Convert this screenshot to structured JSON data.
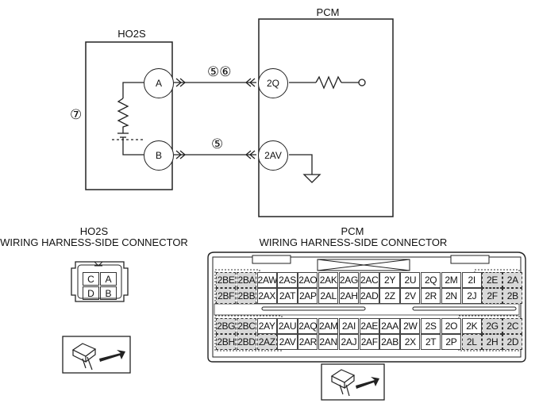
{
  "schematic": {
    "ho2s_title": "HO2S",
    "pcm_title": "PCM",
    "term_a": "A",
    "term_b": "B",
    "term_2q": "2Q",
    "term_2av": "2AV",
    "note_56": "⑤⑥",
    "note_5": "⑤",
    "note_7": "⑦"
  },
  "ho2s_connector": {
    "title_line1": "HO2S",
    "title_line2": "WIRING HARNESS-SIDE CONNECTOR",
    "top_row": [
      "C",
      "A"
    ],
    "bottom_row": [
      "D",
      "B"
    ]
  },
  "pcm_connector": {
    "title_line1": "PCM",
    "title_line2": "WIRING HARNESS-SIDE CONNECTOR",
    "row1": [
      "2BE",
      "2BA",
      "2AW",
      "2AS",
      "2AO",
      "2AK",
      "2AG",
      "2AC",
      "2Y",
      "2U",
      "2Q",
      "2M",
      "2I",
      "2E",
      "2A"
    ],
    "row2": [
      "2BF",
      "2BB",
      "2AX",
      "2AT",
      "2AP",
      "2AL",
      "2AH",
      "2AD",
      "2Z",
      "2V",
      "2R",
      "2N",
      "2J",
      "2F",
      "2B"
    ],
    "row3": [
      "2BG",
      "2BC",
      "2AY",
      "2AU",
      "2AQ",
      "2AM",
      "2AI",
      "2AE",
      "2AA",
      "2W",
      "2S",
      "2O",
      "2K",
      "2G",
      "2C"
    ],
    "row4": [
      "2BH",
      "2BD",
      "2AZ",
      "2AV",
      "2AR",
      "2AN",
      "2AJ",
      "2AF",
      "2AB",
      "2X",
      "2T",
      "2P",
      "2L",
      "2H",
      "2D"
    ]
  }
}
